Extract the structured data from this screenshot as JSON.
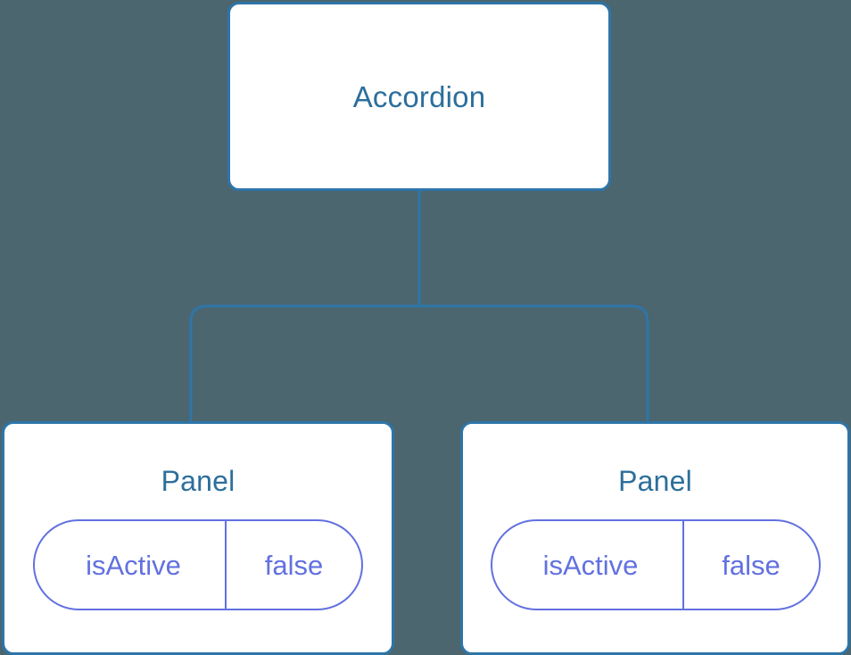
{
  "diagram": {
    "type": "component-tree",
    "background_color": "#4b666f",
    "node_fill": "#ffffff",
    "node_border_color": "#2e75a8",
    "title_color": "#2c6f9b",
    "prop_color": "#6271e0",
    "edge_color": "#2e75a8",
    "root": {
      "label": "Accordion"
    },
    "children": [
      {
        "label": "Panel",
        "props": [
          {
            "key": "isActive",
            "value": "false"
          }
        ]
      },
      {
        "label": "Panel",
        "props": [
          {
            "key": "isActive",
            "value": "false"
          }
        ]
      }
    ]
  }
}
